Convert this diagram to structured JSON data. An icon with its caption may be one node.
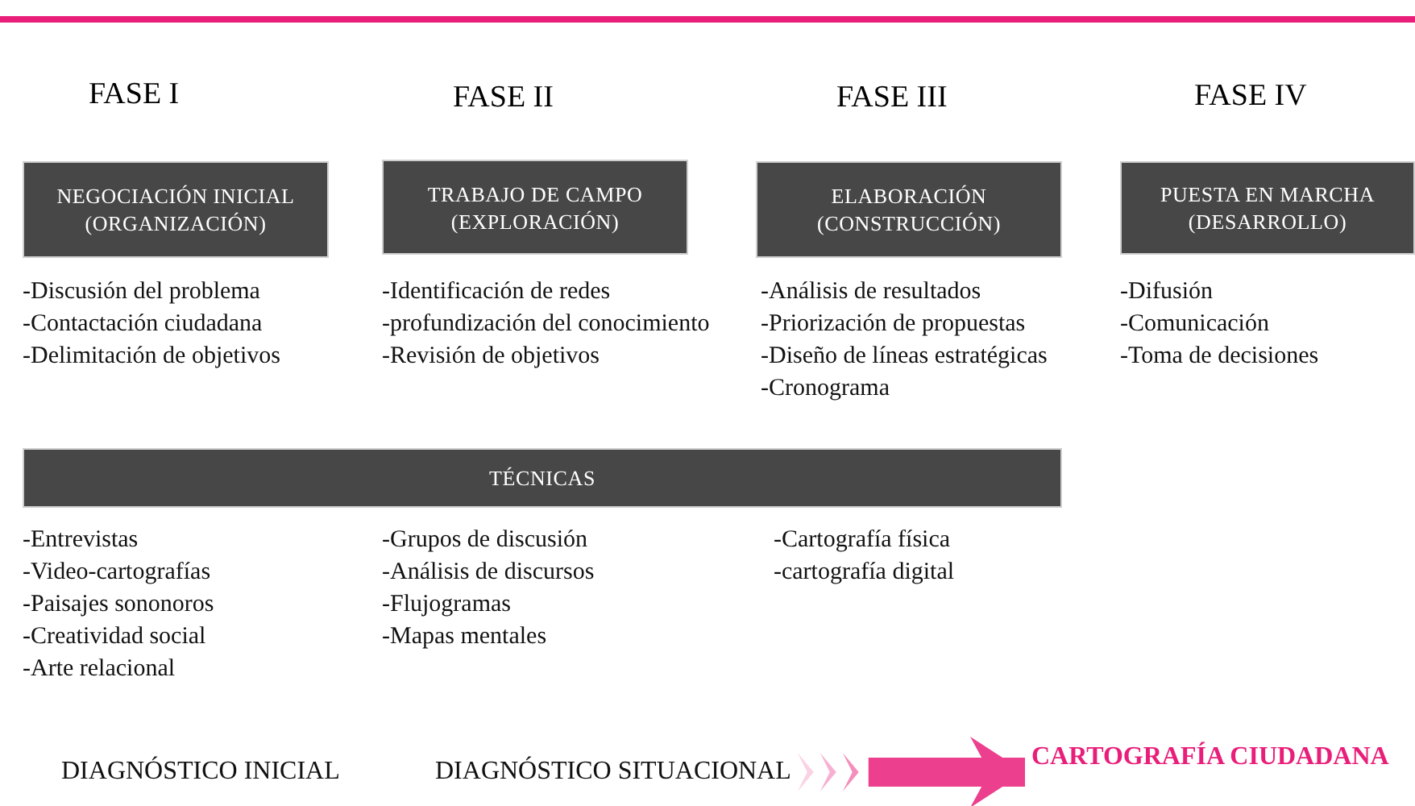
{
  "diagram": {
    "nodes": [
      {
        "text": [
          "NEGOCIACIÓN INICIAL (ORGANIZACIÓN)"
        ]
      },
      {
        "text": [
          "TRABAJO DE CAMPO (EXPLORACIÓN)"
        ]
      },
      {
        "text": [
          "ELABORACIÓN (CONSTRUCCIÓN)"
        ]
      },
      {
        "text": [
          "PUESTA EN MARCHA (DESARROLLO)"
        ]
      },
      {
        "text": [
          "TÉCNICAS"
        ]
      },
      {
        "text": [
          "DIAGNÓSTICO SITUACIONAL"
        ]
      },
      {
        "text": [
          "CARTOGRAFÍA CIUDADANA"
        ]
      }
    ],
    "edges": [
      {
        "from": 5,
        "to": 6,
        "arrow": "to",
        "color": "#e91e7a"
      }
    ],
    "labels": [
      "FASE I",
      "FASE II",
      "FASE III",
      "FASE IV",
      "-Discusión del problema",
      "-Contactación ciudadana",
      "-Delimitación de objetivos",
      "-Identificación de redes",
      "-profundización del conocimiento",
      "-Revisión de objetivos",
      "-Análisis de resultados",
      "-Priorización de propuestas",
      "-Diseño de líneas estratégicas",
      "-Cronograma",
      "-Difusión",
      "-Comunicación",
      "-Toma de decisiones",
      "-Entrevistas",
      "-Video-cartografías",
      "-Paisajes sononoros",
      "-Creatividad social",
      "-Arte relacional",
      "-Grupos de discusión",
      "-Análisis de discursos",
      "-Flujogramas",
      "-Mapas mentales",
      "-Cartografía física",
      "-cartografía digital",
      "DIAGNÓSTICO INICIAL"
    ]
  }
}
